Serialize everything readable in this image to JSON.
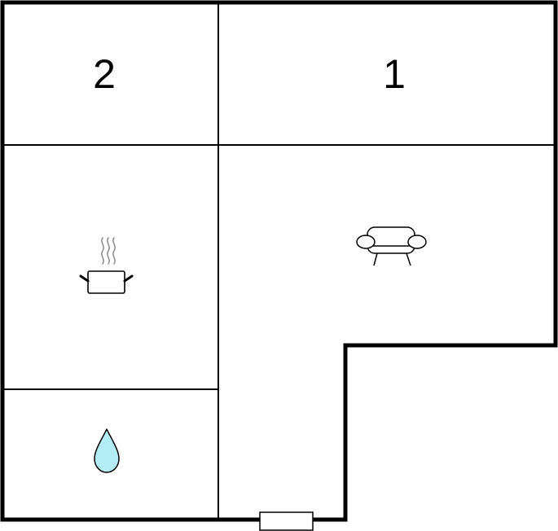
{
  "floorplan": {
    "rooms": [
      {
        "id": "bedroom-2",
        "label": "2",
        "icon": "none"
      },
      {
        "id": "bedroom-1",
        "label": "1",
        "icon": "none"
      },
      {
        "id": "kitchen",
        "label": "",
        "icon": "cooking-pot-icon"
      },
      {
        "id": "living-room",
        "label": "",
        "icon": "sofa-icon"
      },
      {
        "id": "bathroom",
        "label": "",
        "icon": "water-drop-icon"
      },
      {
        "id": "hallway",
        "label": "",
        "icon": "entrance-door-icon"
      }
    ],
    "colors": {
      "wall": "#000000",
      "background": "#ffffff",
      "water_drop": "#b3ecf5",
      "steam": "#8a8a8a"
    }
  }
}
